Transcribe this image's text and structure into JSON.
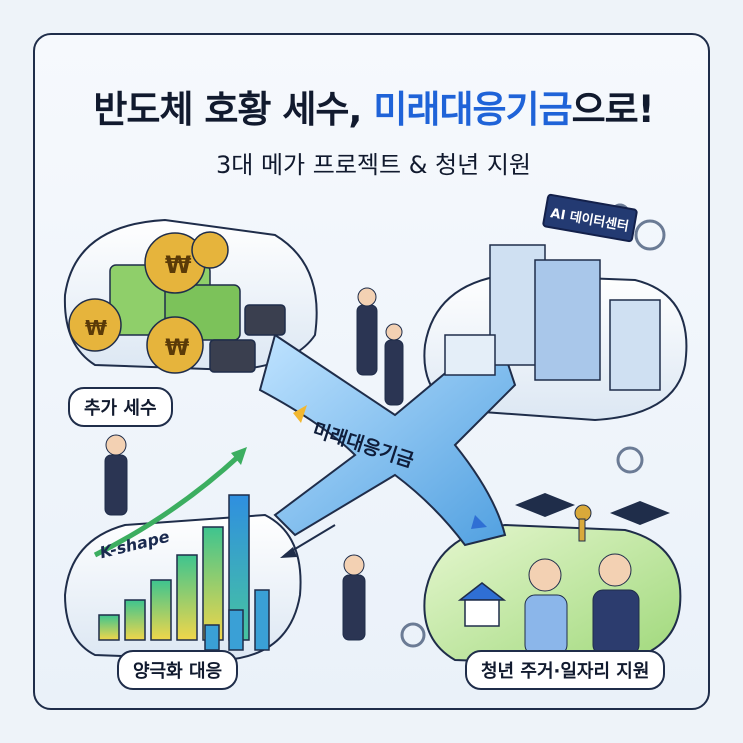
{
  "title": {
    "main": "반도체 호황 세수, ",
    "accent": "미래대응기금",
    "suffix": "으로!"
  },
  "subtitle": "3대 메가 프로젝트 & 청년 지원",
  "center_flow_label": "미래대응기금",
  "ai_sign_label": "AI 데이터센터",
  "chart_label": "K-shape",
  "labels": {
    "extra_tax": "추가 세수",
    "polarization": "양극화 대응",
    "youth_support": "청년 주거·일자리 지원"
  },
  "colors": {
    "accent": "#1f63d8",
    "flow": "#5aa9e6",
    "outline": "#1f2d4a"
  },
  "icons": [
    "money-bag-icon",
    "won-sign-icon",
    "chip-icon",
    "building-icon",
    "gear-icon",
    "graduation-cap-icon",
    "key-icon",
    "house-icon",
    "arrow-icon"
  ]
}
